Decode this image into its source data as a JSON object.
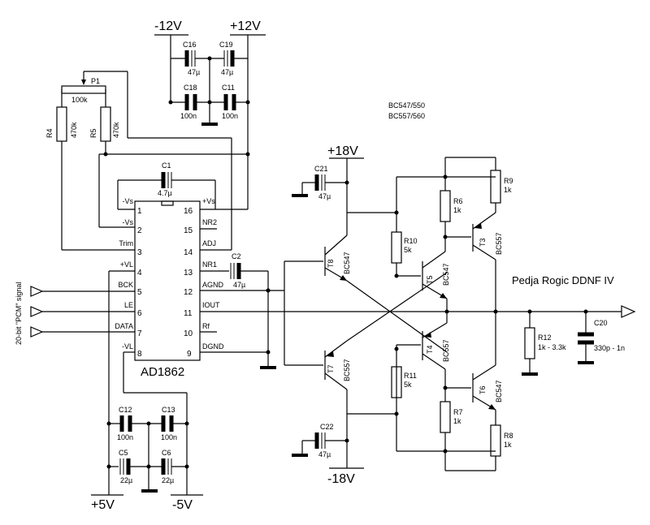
{
  "rails": {
    "neg12": "-12V",
    "pos12": "+12V",
    "pos18": "+18V",
    "neg18": "-18V",
    "pos5": "+5V",
    "neg5": "-5V"
  },
  "title": "Pedja Rogic DDNF IV",
  "transistor_note": [
    "BC547/550",
    "BC557/560"
  ],
  "input_label": "20-bit \"PCM\" signal",
  "ic": {
    "name": "AD1862",
    "left_pins": [
      {
        "num": "1",
        "name": "-Vs"
      },
      {
        "num": "2",
        "name": "-Vs"
      },
      {
        "num": "3",
        "name": "Trim"
      },
      {
        "num": "4",
        "name": "+VL"
      },
      {
        "num": "5",
        "name": "BCK"
      },
      {
        "num": "6",
        "name": "LE"
      },
      {
        "num": "7",
        "name": "DATA"
      },
      {
        "num": "8",
        "name": "-VL"
      }
    ],
    "right_pins": [
      {
        "num": "16",
        "name": "+Vs"
      },
      {
        "num": "15",
        "name": "NR2"
      },
      {
        "num": "14",
        "name": "ADJ"
      },
      {
        "num": "13",
        "name": "NR1"
      },
      {
        "num": "12",
        "name": "AGND"
      },
      {
        "num": "11",
        "name": "IOUT"
      },
      {
        "num": "10",
        "name": "Rf"
      },
      {
        "num": "9",
        "name": "DGND"
      }
    ]
  },
  "caps": {
    "C16": {
      "ref": "C16",
      "val": "47µ"
    },
    "C19": {
      "ref": "C19",
      "val": "47µ"
    },
    "C18": {
      "ref": "C18",
      "val": "100n"
    },
    "C11": {
      "ref": "C11",
      "val": "100n"
    },
    "C1": {
      "ref": "C1",
      "val": "4.7µ"
    },
    "C2": {
      "ref": "C2",
      "val": "47µ"
    },
    "C21": {
      "ref": "C21",
      "val": "47µ"
    },
    "C22": {
      "ref": "C22",
      "val": "47µ"
    },
    "C12": {
      "ref": "C12",
      "val": "100n"
    },
    "C13": {
      "ref": "C13",
      "val": "100n"
    },
    "C5": {
      "ref": "C5",
      "val": "22µ"
    },
    "C6": {
      "ref": "C6",
      "val": "22µ"
    },
    "C20": {
      "ref": "C20",
      "val": "330p - 1n"
    }
  },
  "resistors": {
    "P1": {
      "ref": "P1",
      "val": "100k"
    },
    "R4": {
      "ref": "R4",
      "val": "470k"
    },
    "R5": {
      "ref": "R5",
      "val": "470k"
    },
    "R6": {
      "ref": "R6",
      "val": "1k"
    },
    "R7": {
      "ref": "R7",
      "val": "1k"
    },
    "R8": {
      "ref": "R8",
      "val": "1k"
    },
    "R9": {
      "ref": "R9",
      "val": "1k"
    },
    "R10": {
      "ref": "R10",
      "val": "5k"
    },
    "R11": {
      "ref": "R11",
      "val": "5k"
    },
    "R12": {
      "ref": "R12",
      "val": "1k - 3.3k"
    }
  },
  "transistors": {
    "T3": {
      "ref": "T3",
      "type": "BC557"
    },
    "T4": {
      "ref": "T4",
      "type": "BC557"
    },
    "T5": {
      "ref": "T5",
      "type": "BC547"
    },
    "T6": {
      "ref": "T6",
      "type": "BC547"
    },
    "T7": {
      "ref": "T7",
      "type": "BC557"
    },
    "T8": {
      "ref": "T8",
      "type": "BC547"
    }
  }
}
